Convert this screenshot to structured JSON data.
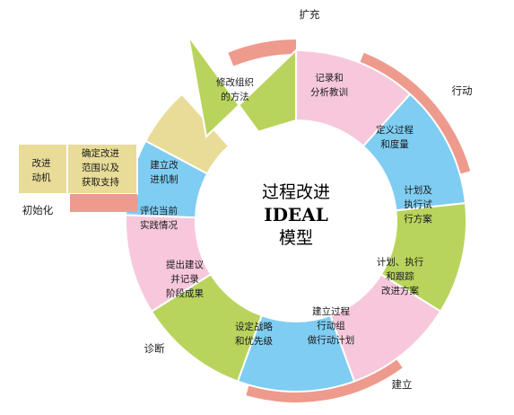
{
  "center": {
    "line1": "过程改进",
    "line2": "IDEAL",
    "line3": "模型"
  },
  "phases": {
    "expand": "扩充",
    "act": "行动",
    "build": "建立",
    "diagnose": "诊断",
    "init": "初始化"
  },
  "segments": [
    {
      "key": "fix",
      "line1": "修改组织",
      "line2": "的方法"
    },
    {
      "key": "record",
      "line1": "记录和",
      "line2": "分析教训"
    },
    {
      "key": "define",
      "line1": "定义过程",
      "line2": "和度量"
    },
    {
      "key": "plan",
      "line1": "计划及",
      "line2": "执行试",
      "line3": "行方案"
    },
    {
      "key": "planexec",
      "line1": "计划、执行",
      "line2": "和跟踪",
      "line3": "改进方案"
    },
    {
      "key": "team",
      "line1": "建立过程",
      "line2": "行动组",
      "line3": "做行动计划"
    },
    {
      "key": "strategy",
      "line1": "设定战略",
      "line2": "和优先级"
    },
    {
      "key": "findings",
      "line1": "提出建议",
      "line2": "并记录",
      "line3": "阶段成果"
    },
    {
      "key": "assess",
      "line1": "评估当前",
      "line2": "实践情况"
    },
    {
      "key": "sponsor",
      "line1": "建立改",
      "line2": "进机制"
    },
    {
      "key": "scope",
      "line1": "确定改进",
      "line2": "范围以及",
      "line3": "获取支持"
    },
    {
      "key": "motivate",
      "line1": "改进",
      "line2": "动机"
    }
  ],
  "colors": {
    "green": "#b8d45c",
    "pink": "#f7c8dc",
    "blue": "#7fcdf2",
    "yellow": "#e8dc98",
    "salmon": "#ee9a8c",
    "outline": "#ffffff"
  }
}
